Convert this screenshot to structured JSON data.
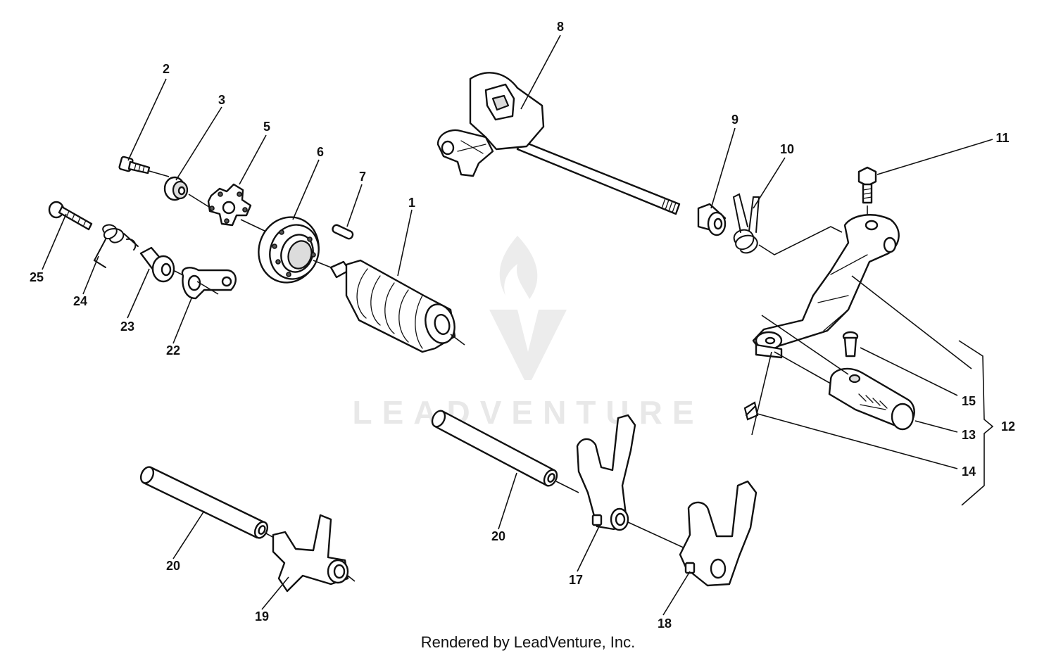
{
  "watermark": {
    "brand": "LEADVENTURE"
  },
  "footer": {
    "credit": "Rendered by LeadVenture, Inc."
  },
  "callouts": {
    "n1": "1",
    "n2": "2",
    "n3": "3",
    "n5": "5",
    "n6": "6",
    "n7": "7",
    "n8": "8",
    "n9": "9",
    "n10": "10",
    "n11": "11",
    "n12": "12",
    "n13": "13",
    "n14": "14",
    "n15": "15",
    "n17": "17",
    "n18": "18",
    "n19": "19",
    "n20a": "20",
    "n20b": "20",
    "n22": "22",
    "n23": "23",
    "n24": "24",
    "n25": "25"
  },
  "colors": {
    "line": "#111111",
    "watermark": "#e8e8e8",
    "background": "#ffffff"
  }
}
